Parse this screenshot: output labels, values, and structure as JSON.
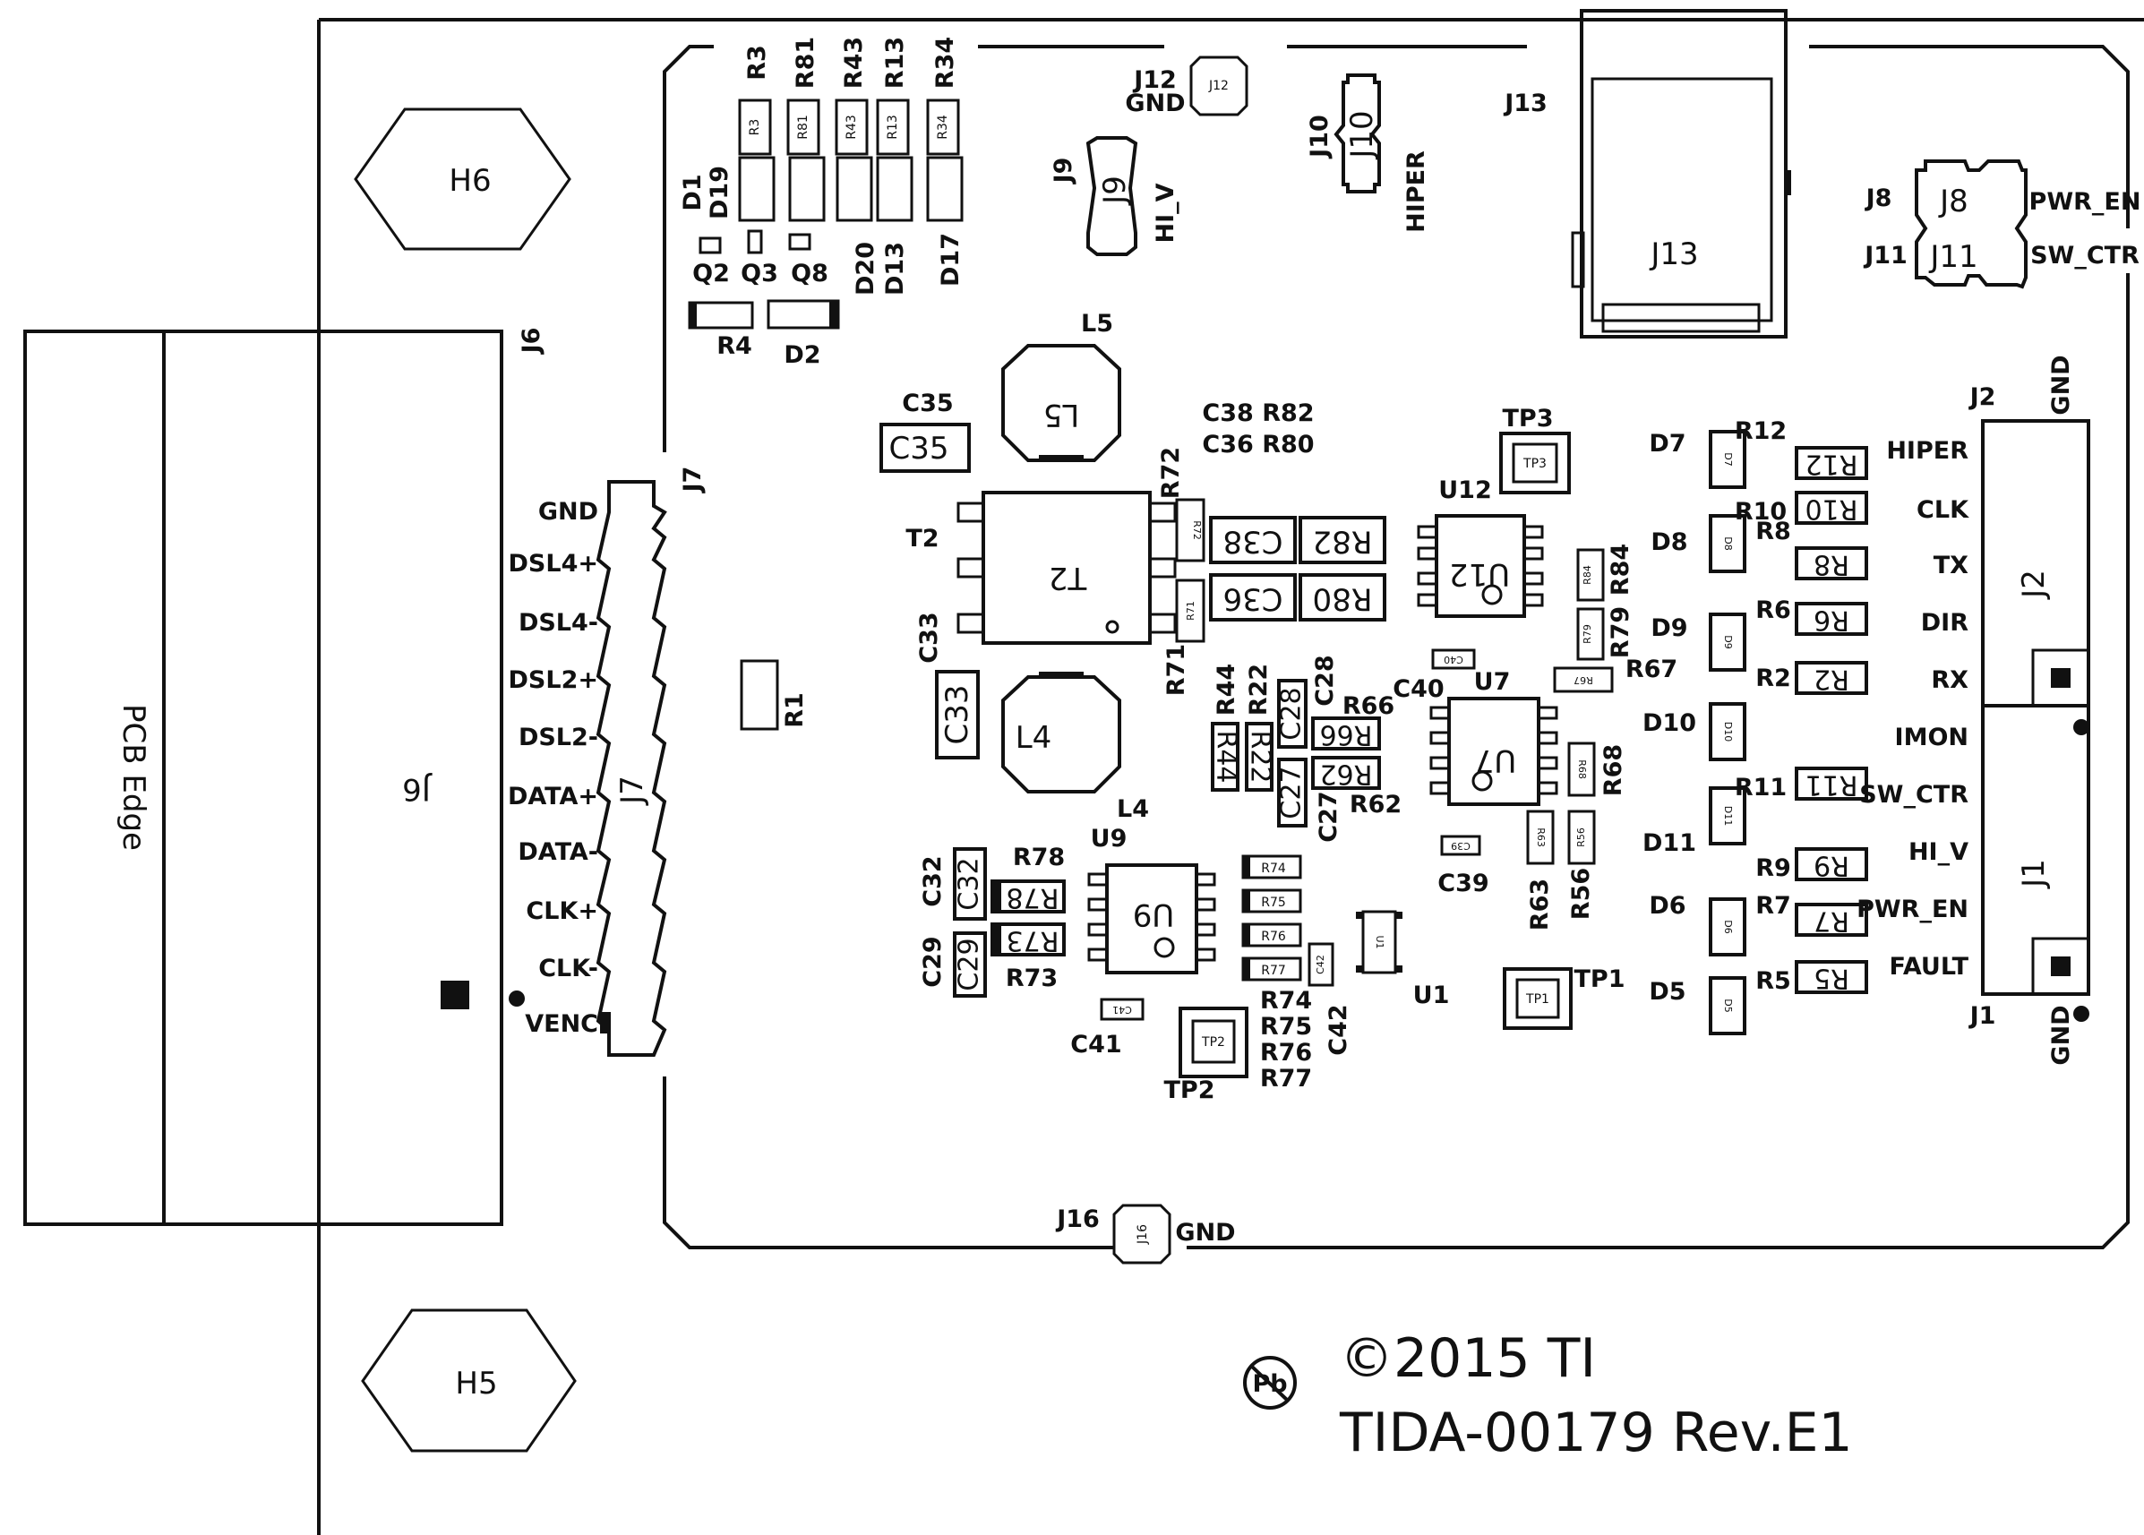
{
  "board": {
    "copyright": "©2015 TI",
    "part_number": "TIDA-00179 Rev.E1",
    "pcb_edge": "PCB Edge"
  },
  "j7_pins": [
    "GND",
    "DSL4+",
    "DSL4-",
    "DSL2+",
    "DSL2-",
    "DATA+",
    "DATA-",
    "CLK+",
    "CLK-",
    "VENC"
  ],
  "right_labels": [
    "HIPER",
    "CLK",
    "TX",
    "DIR",
    "RX",
    "IMON",
    "SW_CTR",
    "HI_V",
    "PWR_EN",
    "FAULT"
  ],
  "right_resistors": [
    "R12",
    "R10",
    "R8",
    "R6",
    "R2",
    "R11",
    "R9",
    "R7",
    "R5"
  ],
  "right_diodes": [
    "D7",
    "D8",
    "D9",
    "D10",
    "D11",
    "D6",
    "D5"
  ],
  "header_refs": {
    "j8": "J8",
    "j11": "J11",
    "pwr_en": "PWR_EN",
    "sw_ctr": "SW_CTR",
    "j12": "J12",
    "j12_gnd": "GND",
    "j10": "J10",
    "j10_hiper": "HIPER",
    "j9": "J9",
    "j9_hiv": "HI_V",
    "j13": "J13",
    "j16": "J16",
    "j16_gnd": "GND",
    "j2": "J2",
    "j1": "J1",
    "gnd_top": "GND",
    "gnd_bot": "GND",
    "j6": "J6",
    "j7": "J7"
  },
  "mounting_holes": [
    "H6",
    "H5"
  ],
  "top_resistors": [
    "R3",
    "R81",
    "R43",
    "R13",
    "R34"
  ],
  "top_diodes": [
    "D1",
    "D19",
    "D20",
    "D13",
    "D17"
  ],
  "transistors": [
    "Q2",
    "Q3",
    "Q8"
  ],
  "misc_refs": {
    "r4": "R4",
    "d2": "D2",
    "r1": "R1",
    "l5": "L5",
    "l4": "L4",
    "c35": "C35",
    "c33": "C33",
    "t2": "T2",
    "c38r82": "C38 R82",
    "c36r80": "C36 R80",
    "r72": "R72",
    "r71": "R71",
    "c38": "C38",
    "r82": "R82",
    "c36": "C36",
    "r80": "R80",
    "tp3": "TP3",
    "u12": "U12",
    "r84": "R84",
    "r79": "R79",
    "r67": "R67",
    "c40": "C40",
    "u7": "U7",
    "r44": "R44",
    "r22": "R22",
    "c28": "C28",
    "r66": "R66",
    "r62": "R62",
    "c27": "C27",
    "r68": "R68",
    "r63": "R63",
    "r56": "R56",
    "c39": "C39",
    "u9": "U9",
    "c32": "C32",
    "r78": "R78",
    "c29": "C29",
    "r73": "R73",
    "r74": "R74",
    "r75": "R75",
    "r76": "R76",
    "r77": "R77",
    "c42": "C42",
    "c41": "C41",
    "u1": "U1",
    "tp1": "TP1",
    "tp2": "TP2",
    "r74s": "R74",
    "r75s": "R75",
    "r76s": "R76",
    "r77s": "R77"
  }
}
